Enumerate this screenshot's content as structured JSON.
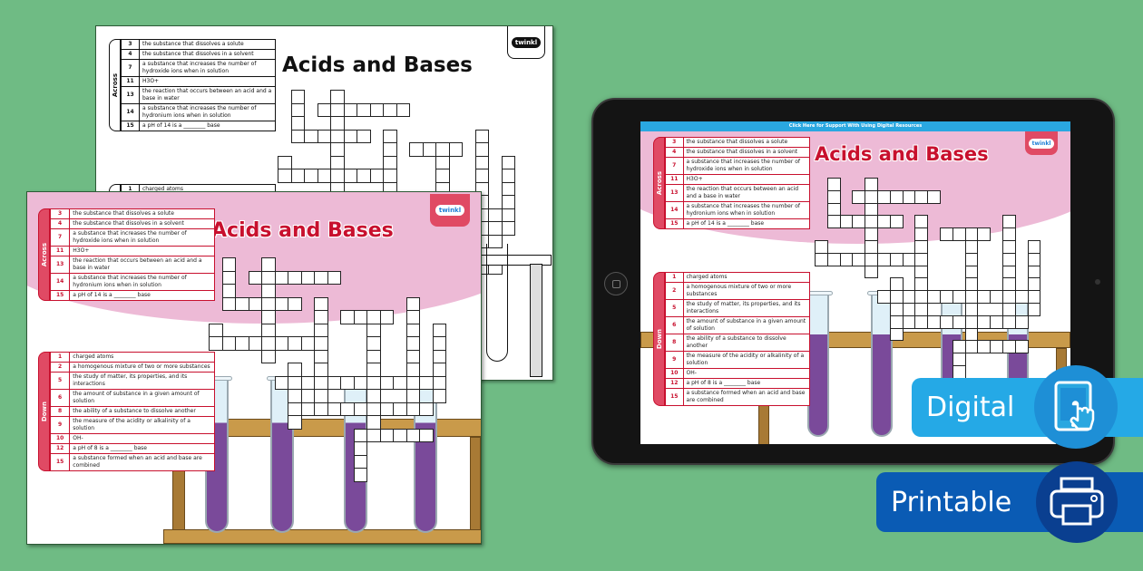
{
  "background_color": "#6fbb84",
  "worksheet": {
    "title": "Acids and Bases",
    "logo_text": "twinkl",
    "across_label": "Across",
    "down_label": "Down",
    "across": [
      {
        "num": "3",
        "clue": "the substance that dissolves a solute"
      },
      {
        "num": "4",
        "clue": "the substance that dissolves in a solvent"
      },
      {
        "num": "7",
        "clue": "a substance that increases the number of hydroxide ions when in solution"
      },
      {
        "num": "11",
        "clue": "H3O+"
      },
      {
        "num": "13",
        "clue": "the reaction that occurs between an acid and a base in water"
      },
      {
        "num": "14",
        "clue": "a substance that increases the number of hydronium ions when in solution"
      },
      {
        "num": "15",
        "clue": "a pH of 14 is a ________ base"
      }
    ],
    "down": [
      {
        "num": "1",
        "clue": "charged atoms"
      },
      {
        "num": "2",
        "clue": "a homogenous mixture of two or more substances"
      },
      {
        "num": "5",
        "clue": "the study of matter, its properties, and its interactions"
      },
      {
        "num": "6",
        "clue": "the amount of substance in a given amount of solution"
      },
      {
        "num": "8",
        "clue": "the ability of a substance to dissolve another"
      },
      {
        "num": "9",
        "clue": "the measure of the acidity or alkalinity of a solution"
      },
      {
        "num": "10",
        "clue": "OH-"
      },
      {
        "num": "12",
        "clue": "a pH of 8 is a ________ base"
      },
      {
        "num": "15",
        "clue": "a substance formed when an acid and base are combined"
      }
    ]
  },
  "digital_screen": {
    "support_bar_text": "Click Here for Support With Using Digital Resources"
  },
  "badges": {
    "digital": {
      "label": "Digital",
      "icon": "tablet-touch-icon",
      "color": "#25a9e6"
    },
    "printable": {
      "label": "Printable",
      "icon": "printer-icon",
      "color": "#0a5bb4"
    }
  },
  "colors": {
    "accent_red": "#c8102e",
    "pink": "#edbad6",
    "liquid_purple": "#7a4a9a",
    "rack_wood": "#c99a4a"
  }
}
